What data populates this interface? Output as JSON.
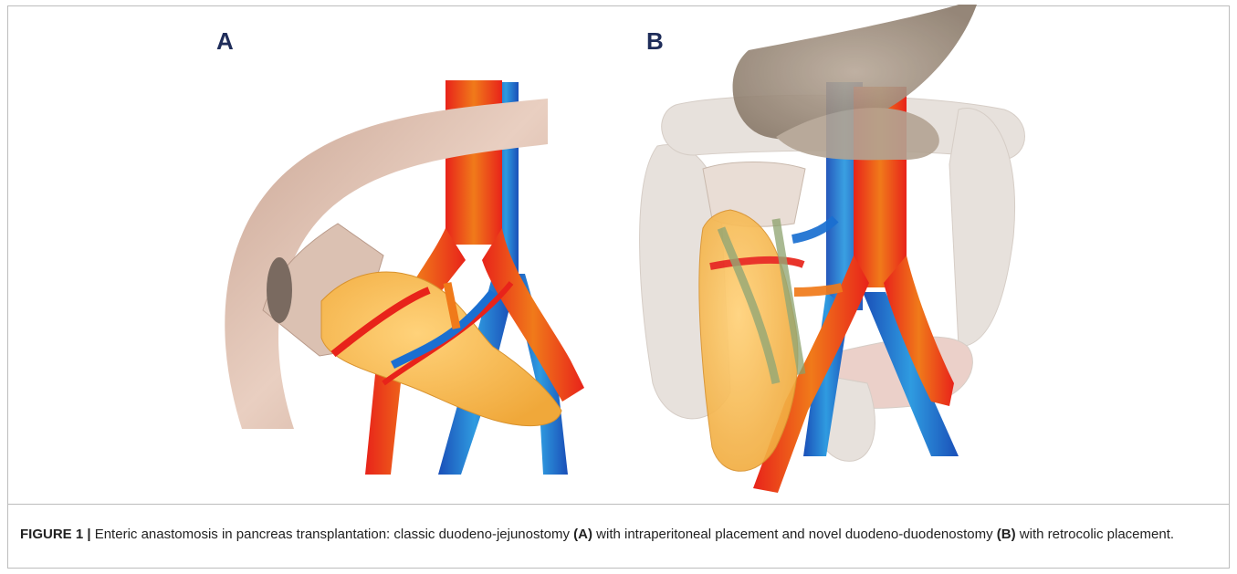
{
  "figure": {
    "panel_a_label": "A",
    "panel_b_label": "B",
    "caption": {
      "figure_number": "FIGURE 1 |",
      "text_1": " Enteric anastomosis in pancreas transplantation: classic duodeno-jejunostomy ",
      "ref_a": "(A)",
      "text_2": " with intraperitoneal placement and novel duodeno-duodenostomy ",
      "ref_b": "(B)",
      "text_3": " with retrocolic placement."
    }
  },
  "colors": {
    "artery": "#e8231a",
    "vein": "#1a6fd1",
    "jejunum": "#d9b8a6",
    "pancreas": "#f5b94a",
    "colon": "#e3dcd6",
    "stomach": "#9c8c7c"
  }
}
